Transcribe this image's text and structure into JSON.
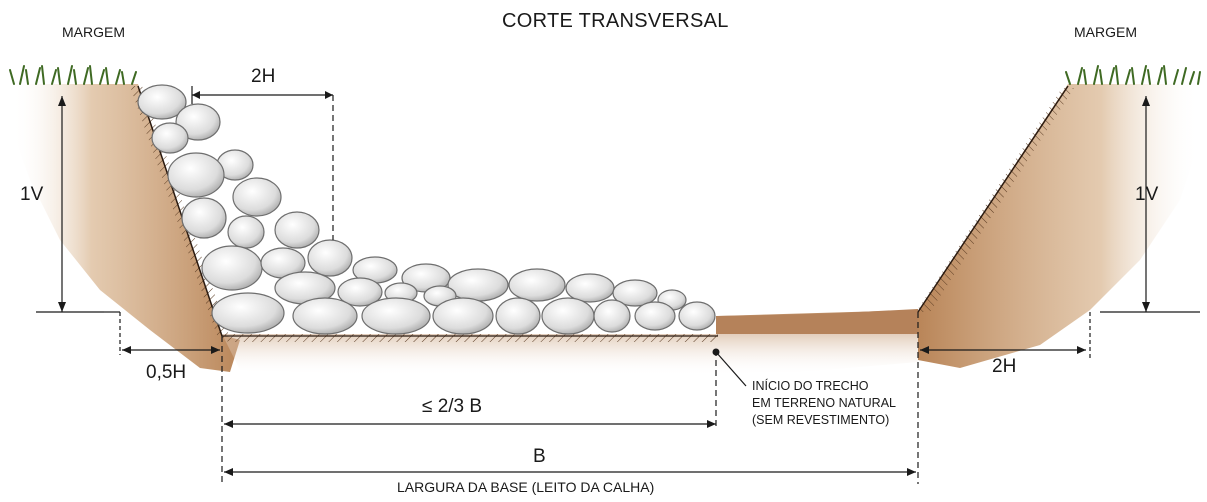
{
  "title": "CORTE TRANSVERSAL",
  "margin_left": "MARGEM",
  "margin_right": "MARGEM",
  "dims": {
    "top_2h": "2H",
    "left_1v": "1V",
    "right_1v": "1V",
    "left_05h": "0,5H",
    "right_2h": "2H",
    "two_thirds": "≤ 2/3 B",
    "b": "B",
    "base_width": "LARGURA DA BASE (LEITO DA CALHA)"
  },
  "note": {
    "line1": "INÍCIO DO TRECHO",
    "line2": "EM TERRENO NATURAL",
    "line3": "(SEM REVESTIMENTO)"
  },
  "colors": {
    "soil": "#c89a6c",
    "soil_dark": "#9a6a45",
    "grass": "#3f6a23",
    "rock": "#dedede",
    "line": "#1a1a1a"
  }
}
